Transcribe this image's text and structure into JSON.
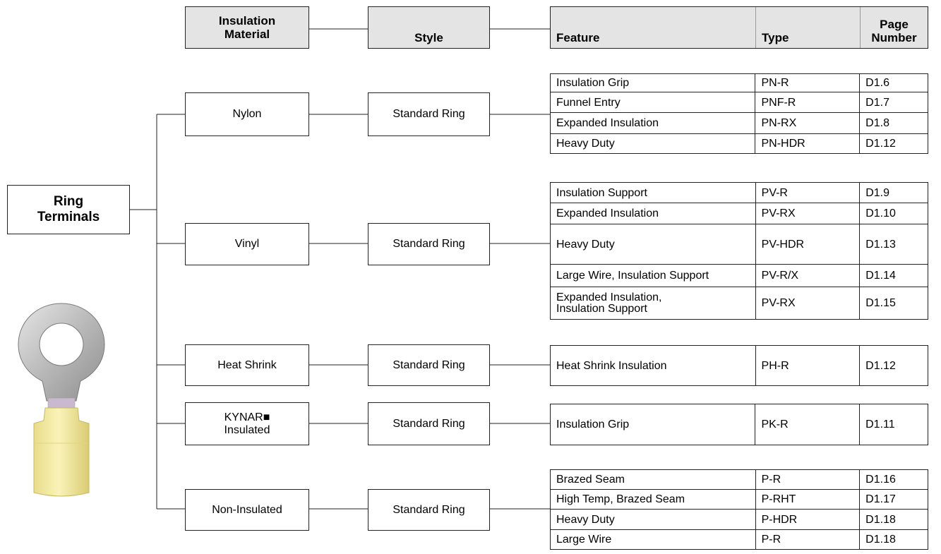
{
  "header": {
    "material": "Insulation Material",
    "style": "Style",
    "feature": "Feature",
    "type": "Type",
    "page": "Page Number"
  },
  "root": "Ring Terminals",
  "image": {
    "icon": "ring-terminal-photo"
  },
  "groups": [
    {
      "material": "Nylon",
      "style": "Standard Ring",
      "rows": [
        {
          "feature": "Insulation Grip",
          "type": "PN-R",
          "page": "D1.6"
        },
        {
          "feature": "Funnel Entry",
          "type": "PNF-R",
          "page": "D1.7"
        },
        {
          "feature": "Expanded Insulation",
          "type": "PN-RX",
          "page": "D1.8"
        },
        {
          "feature": "Heavy Duty",
          "type": "PN-HDR",
          "page": "D1.12"
        }
      ]
    },
    {
      "material": "Vinyl",
      "style": "Standard Ring",
      "rows": [
        {
          "feature": "Insulation Support",
          "type": "PV-R",
          "page": "D1.9"
        },
        {
          "feature": "Expanded Insulation",
          "type": "PV-RX",
          "page": "D1.10"
        },
        {
          "feature": "Heavy Duty",
          "type": "PV-HDR",
          "page": "D1.13"
        },
        {
          "feature": "Large Wire, Insulation Support",
          "type": "PV-R/X",
          "page": "D1.14"
        },
        {
          "feature": "Expanded Insulation,\nInsulation Support",
          "type": "PV-RX",
          "page": "D1.15"
        }
      ]
    },
    {
      "material": "Heat Shrink",
      "style": "Standard Ring",
      "rows": [
        {
          "feature": "Heat Shrink Insulation",
          "type": "PH-R",
          "page": "D1.12"
        }
      ]
    },
    {
      "material": "KYNAR■\nInsulated",
      "style": "Standard Ring",
      "rows": [
        {
          "feature": "Insulation Grip",
          "type": "PK-R",
          "page": "D1.11"
        }
      ]
    },
    {
      "material": "Non-Insulated",
      "style": "Standard Ring",
      "rows": [
        {
          "feature": "Brazed Seam",
          "type": "P-R",
          "page": "D1.16"
        },
        {
          "feature": "High Temp, Brazed Seam",
          "type": "P-RHT",
          "page": "D1.17"
        },
        {
          "feature": "Heavy Duty",
          "type": "P-HDR",
          "page": "D1.18"
        },
        {
          "feature": "Large Wire",
          "type": "P-R",
          "page": "D1.18"
        }
      ]
    }
  ]
}
